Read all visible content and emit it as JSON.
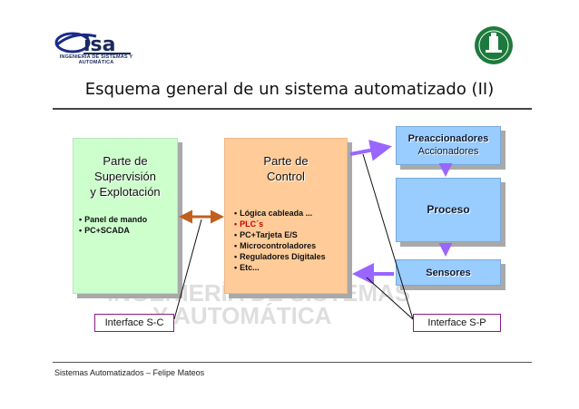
{
  "header": {
    "logo_isa_text": "isa",
    "logo_isa_subtitle": "INGENIERÍA DE SISTEMAS Y AUTOMÁTICA",
    "logo_upm_icon": "upm-crest-icon"
  },
  "title": "Esquema general de un sistema automatizado (II)",
  "boxes": {
    "supervision": {
      "title_1": "Parte de",
      "title_2": "Supervisión",
      "title_3": "y Explotación",
      "items": [
        "Panel de  mando",
        "PC+SCADA"
      ]
    },
    "control": {
      "title_1": "Parte de",
      "title_2": "Control",
      "items": [
        "Lógica cableada ...",
        "PLC´s",
        "PC+Tarjeta E/S",
        "Microcontroladores",
        "Reguladores Digitales",
        "Etc..."
      ]
    },
    "preaccionadores": {
      "title_1": "Preaccionadores",
      "title_2": "Accionadores"
    },
    "proceso": {
      "title": "Proceso"
    },
    "sensores": {
      "title": "Sensores"
    }
  },
  "interfaces": {
    "sc": "Interface S-C",
    "sp": "Interface S-P"
  },
  "watermark": {
    "line_1": "INGENIERÍA DE SISTEMAS",
    "line_2": "Y AUTOMÁTICA"
  },
  "footer": "Sistemas Automatizados – Felipe Mateos",
  "colors": {
    "supervision_fill": "#ccffcc",
    "control_fill": "#ffcc99",
    "plant_fill": "#99ccff",
    "arrow_purple": "#9966ff",
    "arrow_sc": "#c06020",
    "iface_border": "#8a1a8a"
  }
}
